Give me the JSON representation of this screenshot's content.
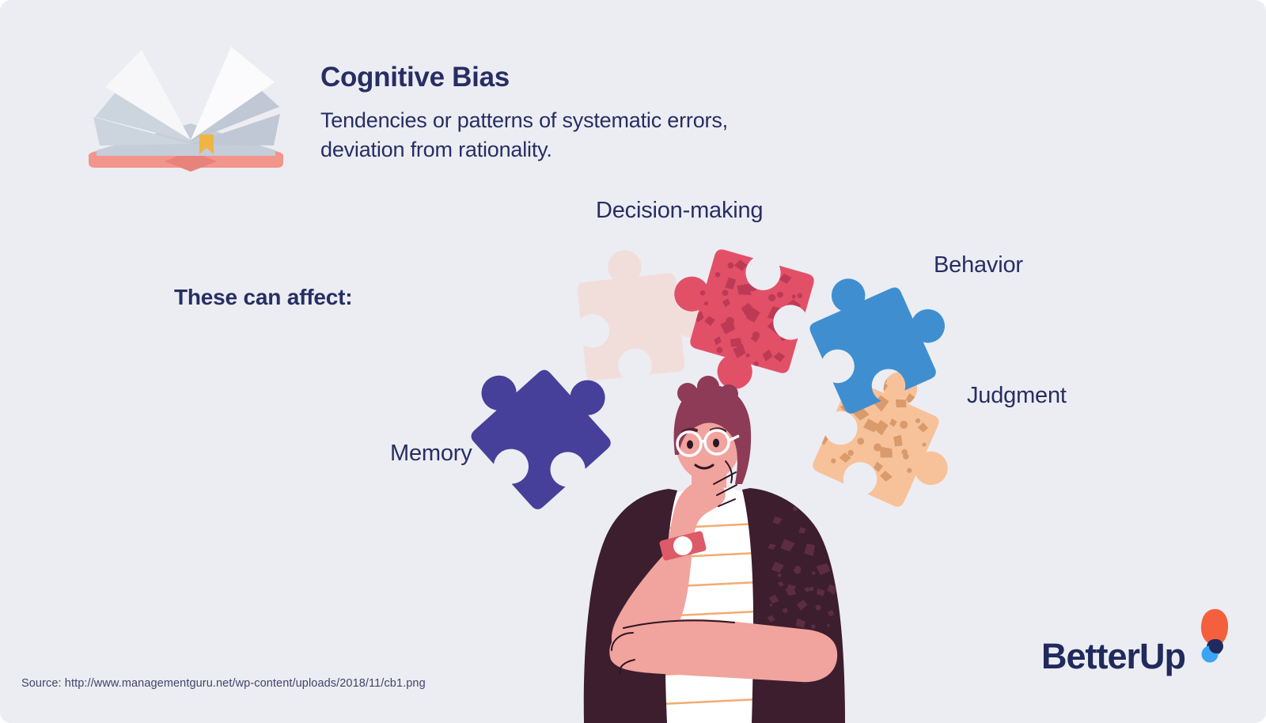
{
  "canvas": {
    "background": "#ecedf2"
  },
  "header": {
    "title": "Cognitive Bias",
    "subtitle_lines": [
      "Tendencies or patterns of systematic errors,",
      "deviation from rationality."
    ],
    "text_color": "#272e63"
  },
  "affect_label": "These can affect:",
  "puzzle_labels": {
    "decision_making": "Decision-making",
    "behavior": "Behavior",
    "judgment": "Judgment",
    "memory": "Memory"
  },
  "pieces": {
    "blush": "#f1dedb",
    "crimson": "#e25068",
    "crimson_texture": "#bd3a55",
    "blue": "#3f8fd0",
    "peach": "#f7c29a",
    "peach_texture": "#d99a6c",
    "indigo": "#46409a"
  },
  "book": {
    "cover": "#f2958b",
    "cover_shadow": "#e8837b",
    "pages_gray": "#ccd4de",
    "pages_gray_dark": "#bfc8d4",
    "pages_slab": "#c5cdd8",
    "pages_white": "#f7f7f9",
    "bookmark": "#eeb545"
  },
  "person": {
    "skin": "#f1a39d",
    "hair": "#8d3b56",
    "cardigan": "#3c1e2e",
    "cardigan_texture": "#5d2c43",
    "shirt": "#ffffff",
    "shirt_stripe": "#f2ab72",
    "watch_band": "#dd5a68",
    "watch_face": "#ffffff",
    "outline": "#2f1624"
  },
  "logo": {
    "text": "BetterUp",
    "text_color": "#202a5c",
    "mark_orange": "#f4603e",
    "mark_navy": "#1f2a5e",
    "mark_blue": "#3ba4f7"
  },
  "footer": {
    "source": "Source: http://www.managementguru.net/wp-content/uploads/2018/11/cb1.png"
  }
}
